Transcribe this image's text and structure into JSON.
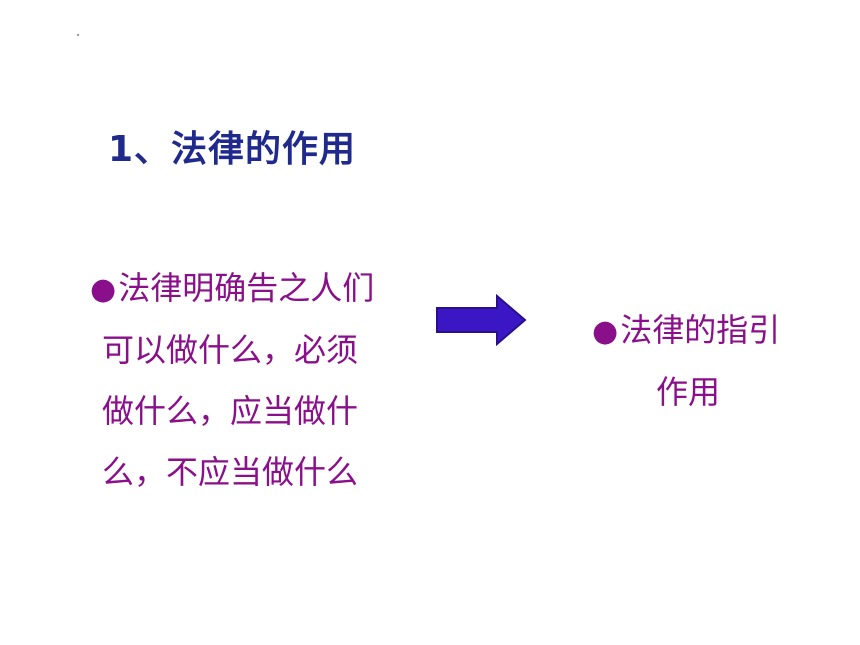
{
  "slide": {
    "title": "1、法律的作用",
    "left_bullet": {
      "lines": [
        "法律明确告之人们",
        "可以做什么，必须",
        "做什么，应当做什",
        "么，不应当做什么"
      ]
    },
    "right_bullet": {
      "lines": [
        "法律的指引",
        "作用"
      ]
    },
    "colors": {
      "title": "#1f2a8c",
      "body": "#8a0f8a",
      "arrow_fill": "#3a16c4",
      "arrow_stroke": "#2a0f8a"
    },
    "icons": {
      "bullet": "purple-dot",
      "arrow": "right-arrow-icon"
    }
  }
}
